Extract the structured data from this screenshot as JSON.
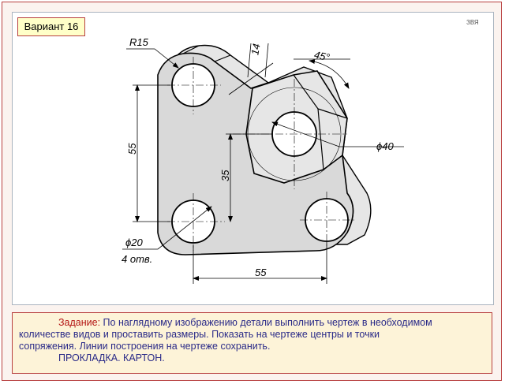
{
  "variant_label": "Вариант 16",
  "sheet_code": "ЗВЯ",
  "dimensions": {
    "radius": "R15",
    "thickness": "14",
    "angle": "45°",
    "hole_diameter_center": "ϕ40",
    "vertical_55": "55",
    "vertical_35": "35",
    "horizontal_55": "55",
    "hole_diameter_corner": "ϕ20",
    "hole_count": "4 отв."
  },
  "task": {
    "label": "Задание:",
    "line1": "По наглядному изображению детали выполнить чертеж в необходимом",
    "line2": "количестве видов и проставить размеры. Показать на чертеже центры и точки",
    "line3": "сопряжения. Линии построения на чертеже сохранить.",
    "line4": "ПРОКЛАДКА. КАРТОН."
  },
  "colors": {
    "frame_border": "#b84040",
    "part_fill": "#d9d9d9",
    "task_text": "#2a2a88",
    "task_label": "#b41414"
  }
}
